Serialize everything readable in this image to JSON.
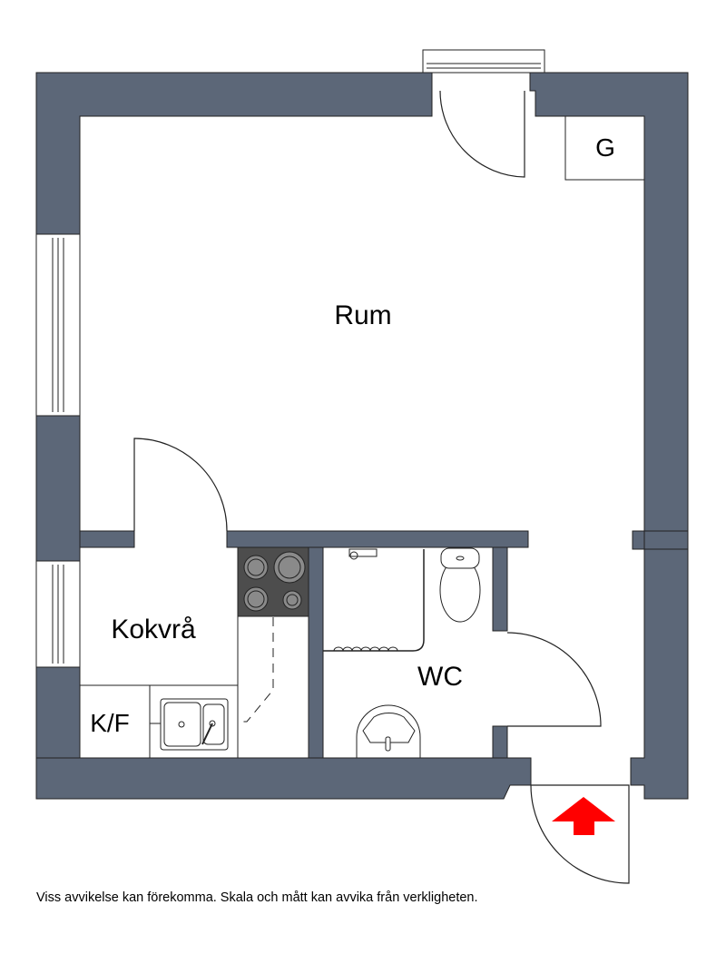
{
  "rooms": {
    "rum": "Rum",
    "closet": "G",
    "kitchen": "Kokvrå",
    "fridge": "K/F",
    "wc": "WC"
  },
  "footer": "Viss avvikelse kan förekomma. Skala och mått kan avvika från verkligheten.",
  "colors": {
    "wall": "#5c6778",
    "entrance_arrow": "#ff0000",
    "stove": "#4d4d4d",
    "burner": "#8a8a8a"
  },
  "icons": [
    "entrance-arrow-icon",
    "stove-icon",
    "sink-icon",
    "toilet-icon",
    "washbasin-icon",
    "shower-icon"
  ]
}
